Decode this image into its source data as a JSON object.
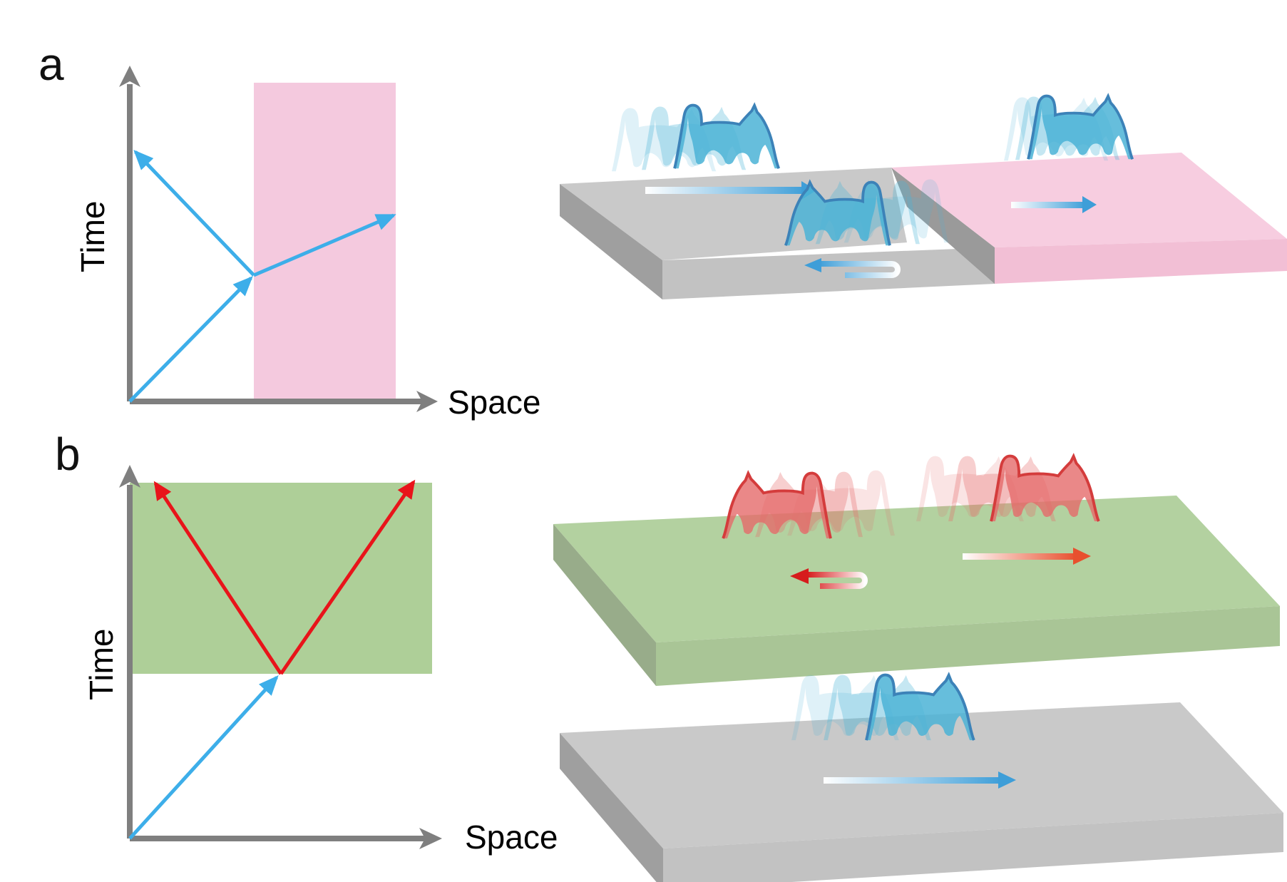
{
  "panels": [
    {
      "letter": "a",
      "x_axis_label": "Space",
      "y_axis_label": "Time"
    },
    {
      "letter": "b",
      "x_axis_label": "Space",
      "y_axis_label": "Time"
    }
  ],
  "colors": {
    "axis": "#7f7f7f",
    "incident_ray": "#3daee9",
    "reflected_ray": "#e8141a",
    "spatial_boundary_region": "#f4c9de",
    "temporal_boundary_region": "#aecf98",
    "slab_gray_top": "#c9c9c9",
    "slab_gray_side": "#9f9f9f",
    "slab_pink_top": "#f7cde0",
    "slab_green_top": "#b3d1a0",
    "slab_green_side": "#98ac8a",
    "cat_blue": "#4bb3d6",
    "cat_red": "#e56a6a"
  },
  "icons": [
    "walking-cat-icon",
    "motion-arrow-icon",
    "u-turn-arrow-icon"
  ]
}
